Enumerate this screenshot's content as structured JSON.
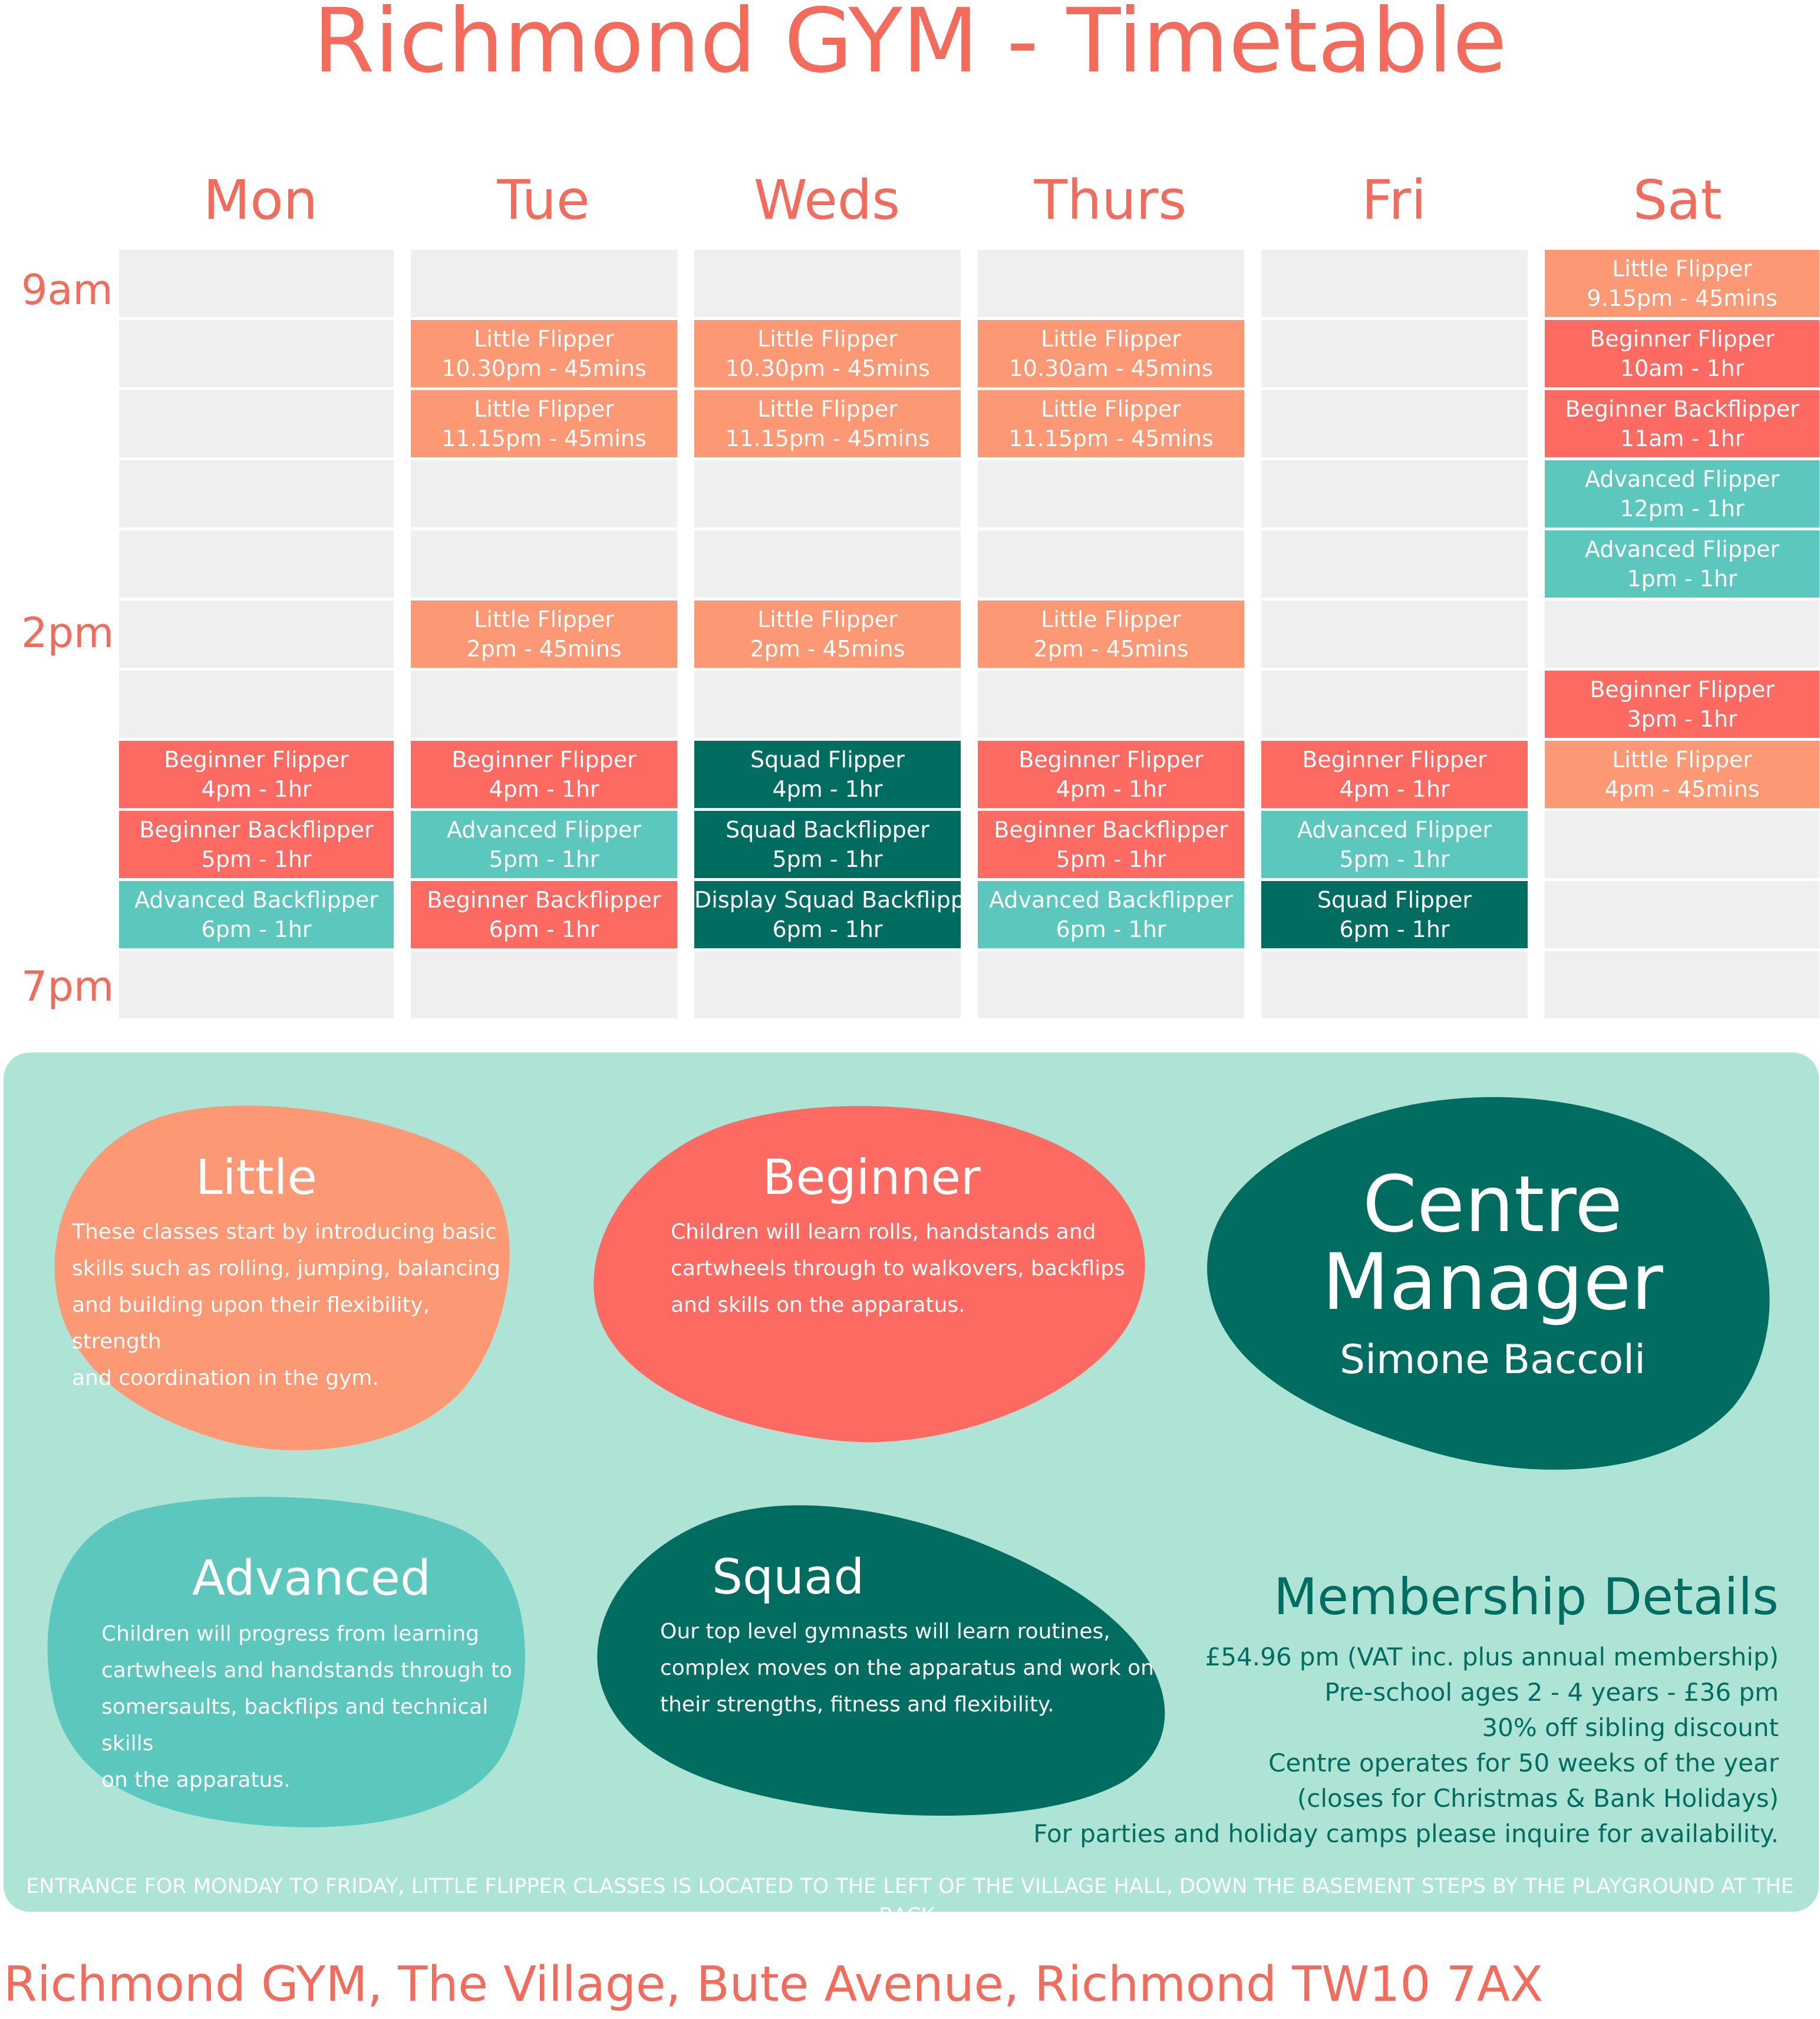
{
  "title": "Richmond GYM - Timetable",
  "colors": {
    "accent": "#f26b5b",
    "little": "#fc9873",
    "beginner": "#fd6a62",
    "advanced": "#5cc7bd",
    "squad": "#006d60",
    "panel": "#aee4d6",
    "empty_slot": "#efefef"
  },
  "times": [
    "9am",
    "2pm",
    "7pm"
  ],
  "days": [
    {
      "name": "Mon",
      "classes": [
        {
          "slot": 7,
          "type": "beginner",
          "name": "Beginner Flipper",
          "time": "4pm - 1hr"
        },
        {
          "slot": 8,
          "type": "beginner",
          "name": "Beginner Backflipper",
          "time": "5pm - 1hr"
        },
        {
          "slot": 9,
          "type": "advanced",
          "name": "Advanced Backflipper",
          "time": "6pm - 1hr"
        }
      ]
    },
    {
      "name": "Tue",
      "classes": [
        {
          "slot": 1,
          "type": "little",
          "name": "Little Flipper",
          "time": "10.30pm - 45mins"
        },
        {
          "slot": 2,
          "type": "little",
          "name": "Little Flipper",
          "time": "11.15pm - 45mins"
        },
        {
          "slot": 5,
          "type": "little",
          "name": "Little Flipper",
          "time": "2pm - 45mins"
        },
        {
          "slot": 7,
          "type": "beginner",
          "name": "Beginner Flipper",
          "time": "4pm - 1hr"
        },
        {
          "slot": 8,
          "type": "advanced",
          "name": "Advanced Flipper",
          "time": "5pm - 1hr"
        },
        {
          "slot": 9,
          "type": "beginner",
          "name": "Beginner Backflipper",
          "time": "6pm - 1hr"
        }
      ]
    },
    {
      "name": "Weds",
      "classes": [
        {
          "slot": 1,
          "type": "little",
          "name": "Little Flipper",
          "time": "10.30pm - 45mins"
        },
        {
          "slot": 2,
          "type": "little",
          "name": "Little Flipper",
          "time": "11.15pm - 45mins"
        },
        {
          "slot": 5,
          "type": "little",
          "name": "Little Flipper",
          "time": "2pm - 45mins"
        },
        {
          "slot": 7,
          "type": "squad",
          "name": "Squad Flipper",
          "time": "4pm - 1hr"
        },
        {
          "slot": 8,
          "type": "squad",
          "name": "Squad Backflipper",
          "time": "5pm - 1hr"
        },
        {
          "slot": 9,
          "type": "squad",
          "name": "Display Squad Backflipper",
          "time": "6pm - 1hr"
        }
      ]
    },
    {
      "name": "Thurs",
      "classes": [
        {
          "slot": 1,
          "type": "little",
          "name": "Little Flipper",
          "time": "10.30am - 45mins"
        },
        {
          "slot": 2,
          "type": "little",
          "name": "Little Flipper",
          "time": "11.15pm - 45mins"
        },
        {
          "slot": 5,
          "type": "little",
          "name": "Little Flipper",
          "time": "2pm - 45mins"
        },
        {
          "slot": 7,
          "type": "beginner",
          "name": "Beginner Flipper",
          "time": "4pm - 1hr"
        },
        {
          "slot": 8,
          "type": "beginner",
          "name": "Beginner Backflipper",
          "time": "5pm - 1hr"
        },
        {
          "slot": 9,
          "type": "advanced",
          "name": "Advanced Backflipper",
          "time": "6pm - 1hr"
        }
      ]
    },
    {
      "name": "Fri",
      "classes": [
        {
          "slot": 7,
          "type": "beginner",
          "name": "Beginner Flipper",
          "time": "4pm - 1hr"
        },
        {
          "slot": 8,
          "type": "advanced",
          "name": "Advanced Flipper",
          "time": "5pm - 1hr"
        },
        {
          "slot": 9,
          "type": "squad",
          "name": "Squad Flipper",
          "time": "6pm - 1hr"
        }
      ]
    },
    {
      "name": "Sat",
      "classes": [
        {
          "slot": 0,
          "type": "little",
          "name": "Little Flipper",
          "time": "9.15pm - 45mins"
        },
        {
          "slot": 1,
          "type": "beginner",
          "name": "Beginner Flipper",
          "time": "10am - 1hr"
        },
        {
          "slot": 2,
          "type": "beginner",
          "name": "Beginner Backflipper",
          "time": "11am - 1hr"
        },
        {
          "slot": 3,
          "type": "advanced",
          "name": "Advanced Flipper",
          "time": "12pm - 1hr"
        },
        {
          "slot": 4,
          "type": "advanced",
          "name": "Advanced Flipper",
          "time": "1pm - 1hr"
        },
        {
          "slot": 6,
          "type": "beginner",
          "name": "Beginner Flipper",
          "time": "3pm - 1hr"
        },
        {
          "slot": 7,
          "type": "little",
          "name": "Little Flipper",
          "time": "4pm - 45mins"
        }
      ]
    }
  ],
  "levels": {
    "little": {
      "title": "Little",
      "text": [
        "These classes start by introducing basic",
        "skills such as rolling, jumping, balancing",
        "and building upon their flexibility, strength",
        "and coordination in the gym."
      ]
    },
    "beginner": {
      "title": "Beginner",
      "text": [
        "Children will learn rolls, handstands and",
        "cartwheels through to walkovers, backflips",
        "and skills on the apparatus."
      ]
    },
    "advanced": {
      "title": "Advanced",
      "text": [
        "Children will progress from learning",
        "cartwheels and handstands through to",
        "somersaults, backflips and technical skills",
        "on the apparatus."
      ]
    },
    "squad": {
      "title": "Squad",
      "text": [
        "Our top level gymnasts will learn routines,",
        "complex moves on the apparatus and work on",
        "their strengths, fitness and flexibility."
      ]
    }
  },
  "manager": {
    "title_line1": "Centre",
    "title_line2": "Manager",
    "name": "Simone Baccoli"
  },
  "membership": {
    "title": "Membership Details",
    "lines": [
      "£54.96 pm (VAT inc. plus annual membership)",
      "Pre-school ages 2 - 4 years - £36 pm",
      "30% off sibling discount",
      "Centre operates for 50 weeks of the year",
      "(closes for Christmas & Bank Holidays)",
      "For parties and holiday camps please inquire for availability."
    ]
  },
  "entrance_note": "ENTRANCE FOR MONDAY TO FRIDAY, LITTLE FLIPPER CLASSES IS LOCATED TO THE LEFT OF THE VILLAGE HALL, DOWN THE BASEMENT STEPS BY THE PLAYGROUND AT THE BACK.",
  "footer_address": "Richmond GYM, The Village, Bute Avenue, Richmond TW10 7AX"
}
